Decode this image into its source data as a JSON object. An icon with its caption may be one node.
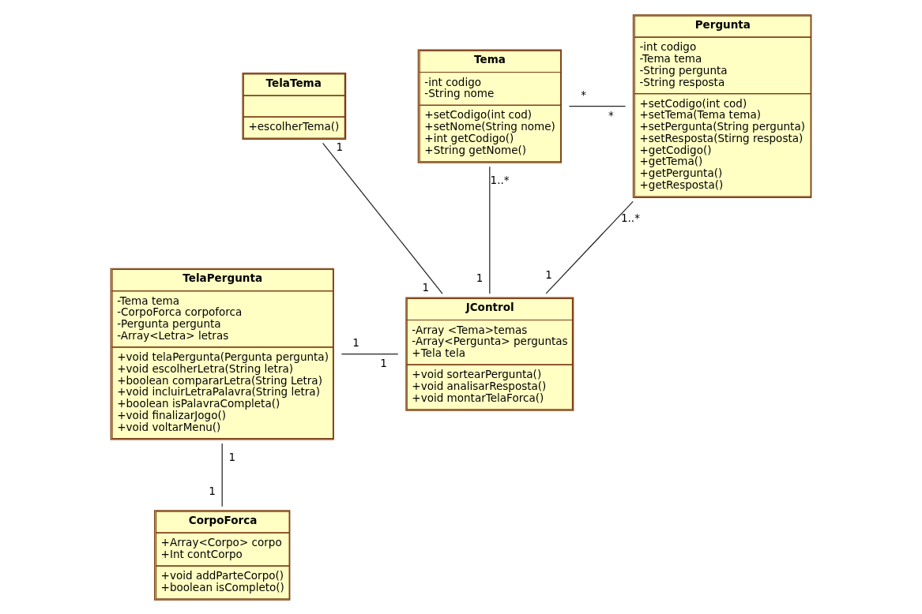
{
  "diagram": {
    "nodes": [
      {
        "text": [
          "TelaTema",
          "+escolherTema()"
        ]
      },
      {
        "text": [
          "Tema",
          "-int codigo -String nome",
          "+setCodigo(int cod) +setNome(String nome) +int getCodigo() +String getNome()"
        ]
      },
      {
        "text": [
          "Pergunta",
          "-int codigo -Tema tema -String pergunta -String resposta",
          "+setCodigo(int cod) +setTema(Tema tema) +setPergunta(String pergunta) +setResposta(Stirng resposta) +getCodigo() +getTema() +getPergunta() +getResposta()"
        ]
      },
      {
        "text": [
          "TelaPergunta",
          "-Tema tema -CorpoForca corpoforca -Pergunta pergunta -Array<Letra> letras",
          "+void telaPergunta(Pergunta pergunta) +void escolherLetra(String letra) +boolean compararLetra(String Letra) +void incluirLetraPalavra(String letra) +boolean isPalavraCompleta() +void finalizarJogo() +void voltarMenu()"
        ]
      },
      {
        "text": [
          "JControl",
          "-Array <Tema>temas -Array<Pergunta> perguntas +Tela tela",
          "+void sortearPergunta() +void analisarResposta() +void montarTelaForca()"
        ]
      },
      {
        "text": [
          "CorpoForca",
          "+Array<Corpo> corpo +Int contCorpo",
          "+void addParteCorpo() +boolean isCompleto()"
        ]
      }
    ],
    "edges": [
      {
        "from": 0,
        "to": 4,
        "arrow": "none"
      },
      {
        "from": 1,
        "to": 2,
        "arrow": "none"
      },
      {
        "from": 1,
        "to": 4,
        "arrow": "none"
      },
      {
        "from": 2,
        "to": 4,
        "arrow": "none"
      },
      {
        "from": 3,
        "to": 4,
        "arrow": "none"
      },
      {
        "from": 3,
        "to": 5,
        "arrow": "none"
      }
    ],
    "labels": [
      "*",
      "1",
      "*",
      "1..*",
      "1",
      "1..*",
      "1",
      "1",
      "1",
      "1",
      "1",
      "1"
    ]
  }
}
